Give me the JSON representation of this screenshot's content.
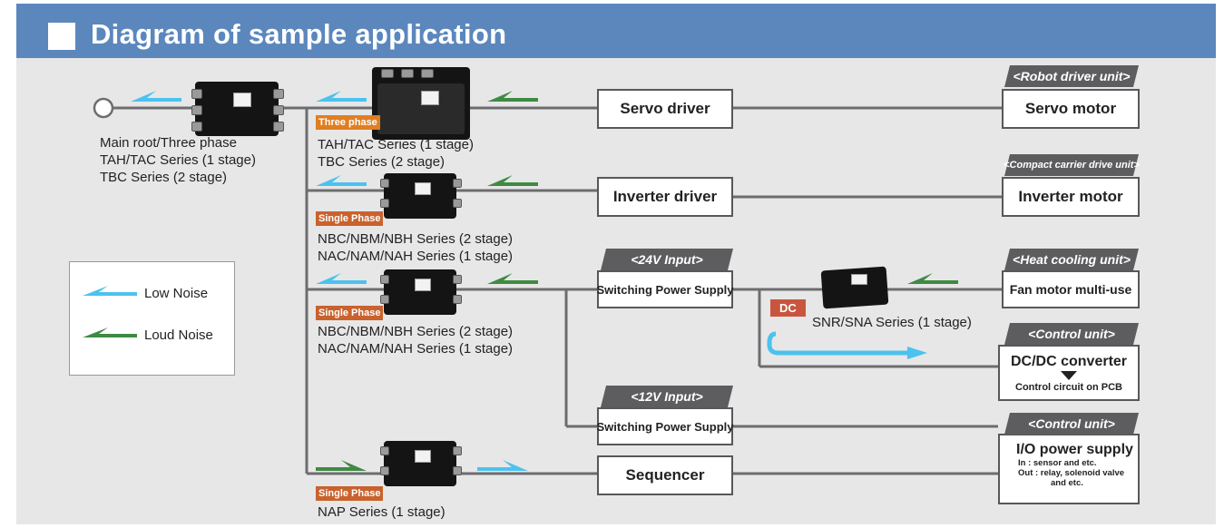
{
  "header": {
    "title": "Diagram of sample application"
  },
  "colors": {
    "low_noise": "#4cc2ee",
    "loud_noise": "#3f8a42",
    "wire": "#6d6d6f",
    "header_bg": "#5b87bd",
    "three_phase_badge": "#e07e22",
    "single_phase_badge": "#c9622d",
    "dc_badge": "#c9553e",
    "tag_bg": "#5d5d5f"
  },
  "main": {
    "labels": [
      "Main root/Three phase",
      "TAH/TAC Series (1 stage)",
      "TBC Series (2 stage)"
    ]
  },
  "filters": {
    "servo": {
      "badge": "Three phase",
      "lines": [
        "TAH/TAC Series (1 stage)",
        "TBC Series (2 stage)"
      ]
    },
    "inverter": {
      "badge": "Single Phase",
      "lines": [
        "NBC/NBM/NBH Series (2 stage)",
        "NAC/NAM/NAH Series (1 stage)"
      ]
    },
    "psu": {
      "badge": "Single Phase",
      "lines": [
        "NBC/NBM/NBH Series (2 stage)",
        "NAC/NAM/NAH Series (1 stage)"
      ]
    },
    "seq": {
      "badge": "Single Phase",
      "lines": [
        "NAP Series (1 stage)"
      ]
    },
    "dc": {
      "badge": "DC",
      "lines": [
        "SNR/SNA Series (1 stage)"
      ]
    }
  },
  "blocks": {
    "servo_driver": "Servo driver",
    "inverter_driver": "Inverter driver",
    "psu24": "Switching Power Supply",
    "psu12": "Switching Power Supply",
    "sequencer": "Sequencer",
    "servo_motor": "Servo motor",
    "inverter_motor": "Inverter motor",
    "fan_motor": "Fan motor multi-use",
    "dcdc": "DC/DC converter",
    "dcdc_sub": "Control circuit on PCB",
    "io_title": "I/O power supply",
    "io_in": "In   : sensor and etc.",
    "io_out": "Out : relay, solenoid valve",
    "io_out2": "and etc."
  },
  "tags": {
    "robot": "<Robot driver unit>",
    "compact": "<Compact carrier drive unit>",
    "input24": "<24V Input>",
    "heat": "<Heat cooling unit>",
    "control1": "<Control unit>",
    "input12": "<12V Input>",
    "control2": "<Control unit>"
  },
  "legend": {
    "low": "Low Noise",
    "loud": "Loud Noise"
  }
}
